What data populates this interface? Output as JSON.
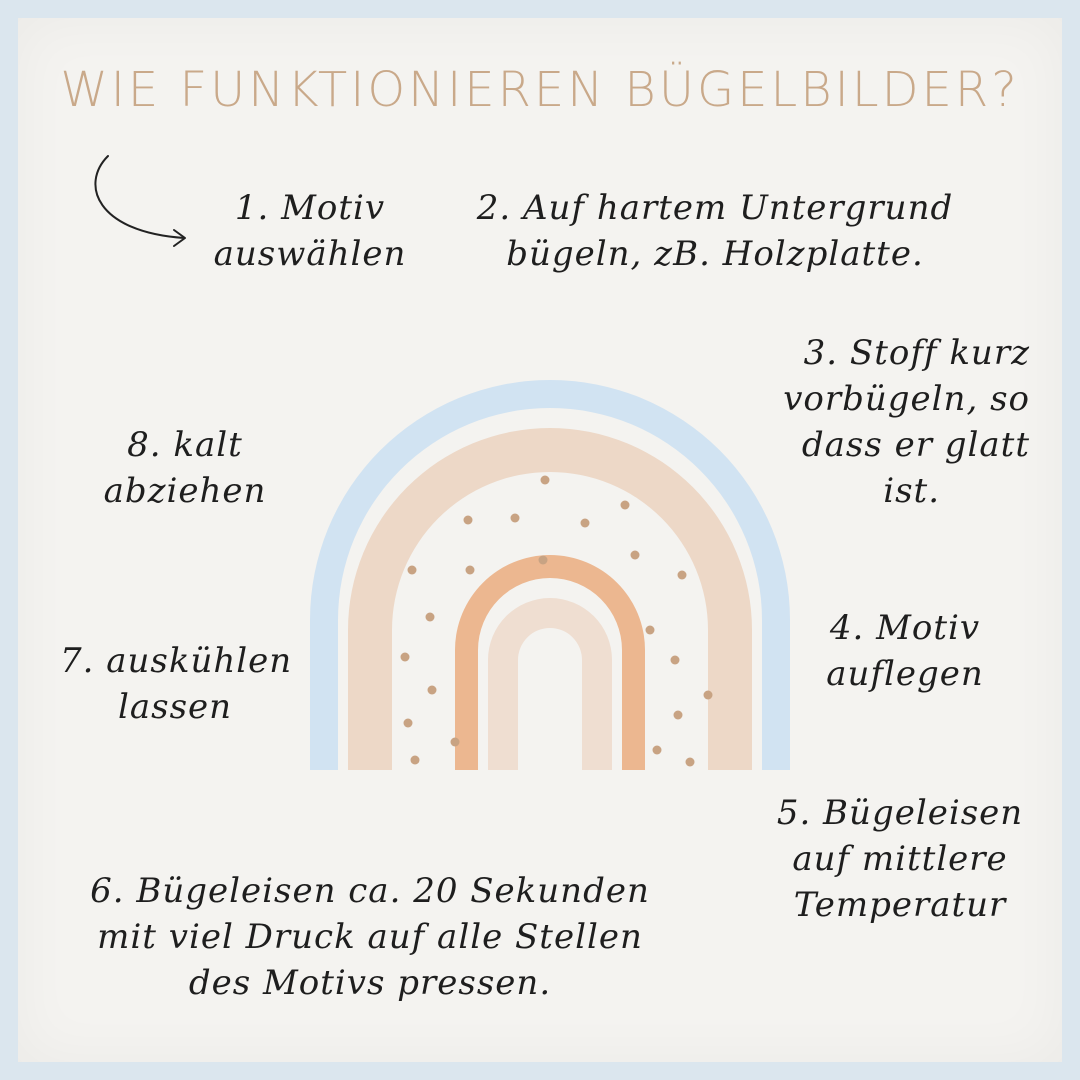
{
  "title": "WIE FUNKTIONIEREN BÜGELBILDER?",
  "steps": [
    {
      "line1": "1. Motiv",
      "line2": "auswählen"
    },
    {
      "line1": "2. Auf hartem Untergrund",
      "line2": "bügeln, zB. Holzplatte."
    },
    {
      "line1": "3. Stoff kurz",
      "line2": "vorbügeln, so",
      "line3": "dass er glatt",
      "line4": "ist."
    },
    {
      "line1": "4. Motiv",
      "line2": "auflegen"
    },
    {
      "line1": "5. Bügeleisen",
      "line2": "auf mittlere",
      "line3": "Temperatur"
    },
    {
      "line1": "6. Bügeleisen ca. 20 Sekunden",
      "line2": "mit viel Druck auf alle Stellen",
      "line3": "des Motivs pressen."
    },
    {
      "line1": "7. auskühlen",
      "line2": "lassen"
    },
    {
      "line1": "8. kalt",
      "line2": "abziehen"
    }
  ],
  "colors": {
    "background": "#dbe6ee",
    "paper": "#f4f3f0",
    "title": "#c9a98a",
    "text": "#1e1e1e",
    "rainbow_outer": "#cfe2f1",
    "rainbow_middle": "#ecd6c4",
    "rainbow_inner_orange": "#ebb38a",
    "rainbow_inner_beige": "#eedccf",
    "dots": "#c8a383"
  },
  "icons": [
    "curved-arrow-icon",
    "rainbow-illustration"
  ]
}
